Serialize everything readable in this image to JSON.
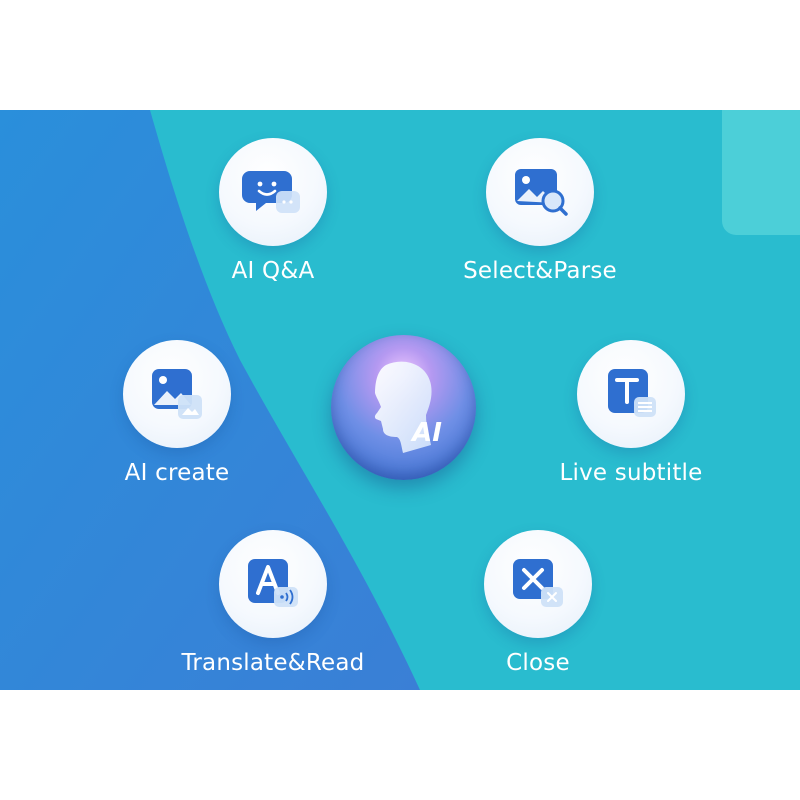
{
  "menu": {
    "items": [
      {
        "id": "ai-qa",
        "label": "AI Q&A",
        "icon": "chat-smile-icon"
      },
      {
        "id": "select-parse",
        "label": "Select&Parse",
        "icon": "image-search-icon"
      },
      {
        "id": "ai-create",
        "label": "AI create",
        "icon": "image-create-icon"
      },
      {
        "id": "live-subtitle",
        "label": "Live subtitle",
        "icon": "subtitle-text-icon"
      },
      {
        "id": "translate-read",
        "label": "Translate&Read",
        "icon": "translate-audio-icon"
      },
      {
        "id": "close",
        "label": "Close",
        "icon": "close-icon"
      }
    ],
    "center": {
      "text": "AI",
      "icon": "ai-head-icon"
    }
  },
  "colors": {
    "background_teal": "#29bccf",
    "background_blue": "#2f86d6",
    "icon_blue": "#2f6fd0",
    "label_text": "#ffffff"
  }
}
